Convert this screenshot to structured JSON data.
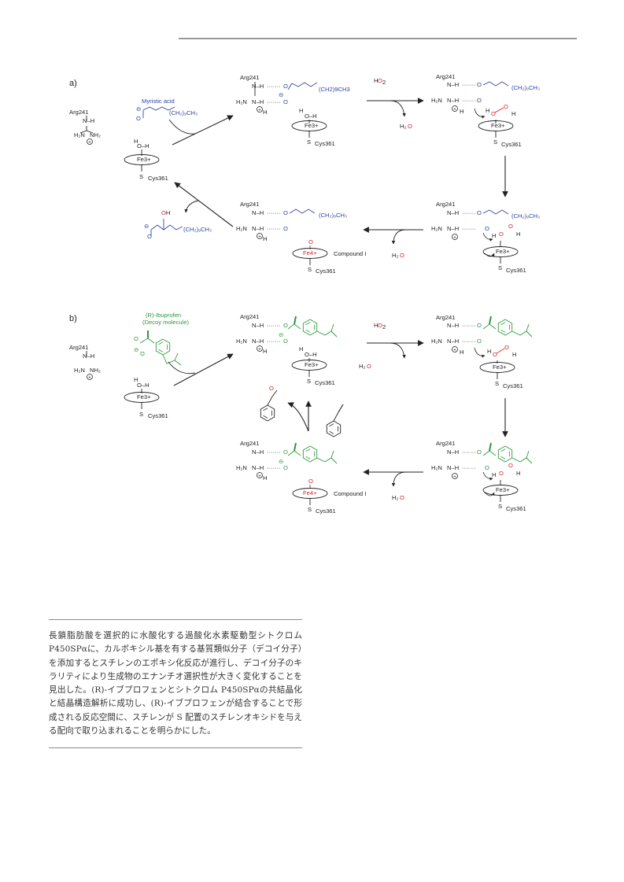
{
  "panels": [
    {
      "label": "a)",
      "substrate_label": "Myristic acid",
      "chain_label": "(CH2)9CH3",
      "h2o2": "H2O2",
      "h2o": "H2O",
      "compound": "Compound I"
    },
    {
      "label": "b)",
      "decoy_label_1": "(R)-Ibuprofen",
      "decoy_label_2": "(Decoy molecule)",
      "h2o2": "H2O2",
      "h2o": "H2O",
      "compound": "Compound I"
    }
  ],
  "common_labels": {
    "arg": "Arg241",
    "cys": "Cys361",
    "fe3": "Fe3+",
    "fe4": "Fe4+",
    "hydroxy": "OH"
  },
  "colors": {
    "substrate": "#2d46a0",
    "decoy": "#2c9a3c",
    "oxygen": "#d7262b"
  },
  "abstract": {
    "text": "長鎖脂肪酸を選択的に水酸化する過酸化水素駆動型シトクロム P450SPαに、カルボキシル基を有する基質類似分子（デコイ分子）を添加するとスチレンのエポキシ化反応が進行し、デコイ分子のキラリティにより生成物のエナンチオ選択性が大きく変化することを見出した。(R)-イブプロフェンとシトクロム P450SPαの共結晶化と結晶構造解析に成功し、(R)-イブプロフェンが結合することで形成される反応空間に、スチレンが S 配置のスチレンオキシドを与える配向で取り込まれることを明らかにした。"
  }
}
